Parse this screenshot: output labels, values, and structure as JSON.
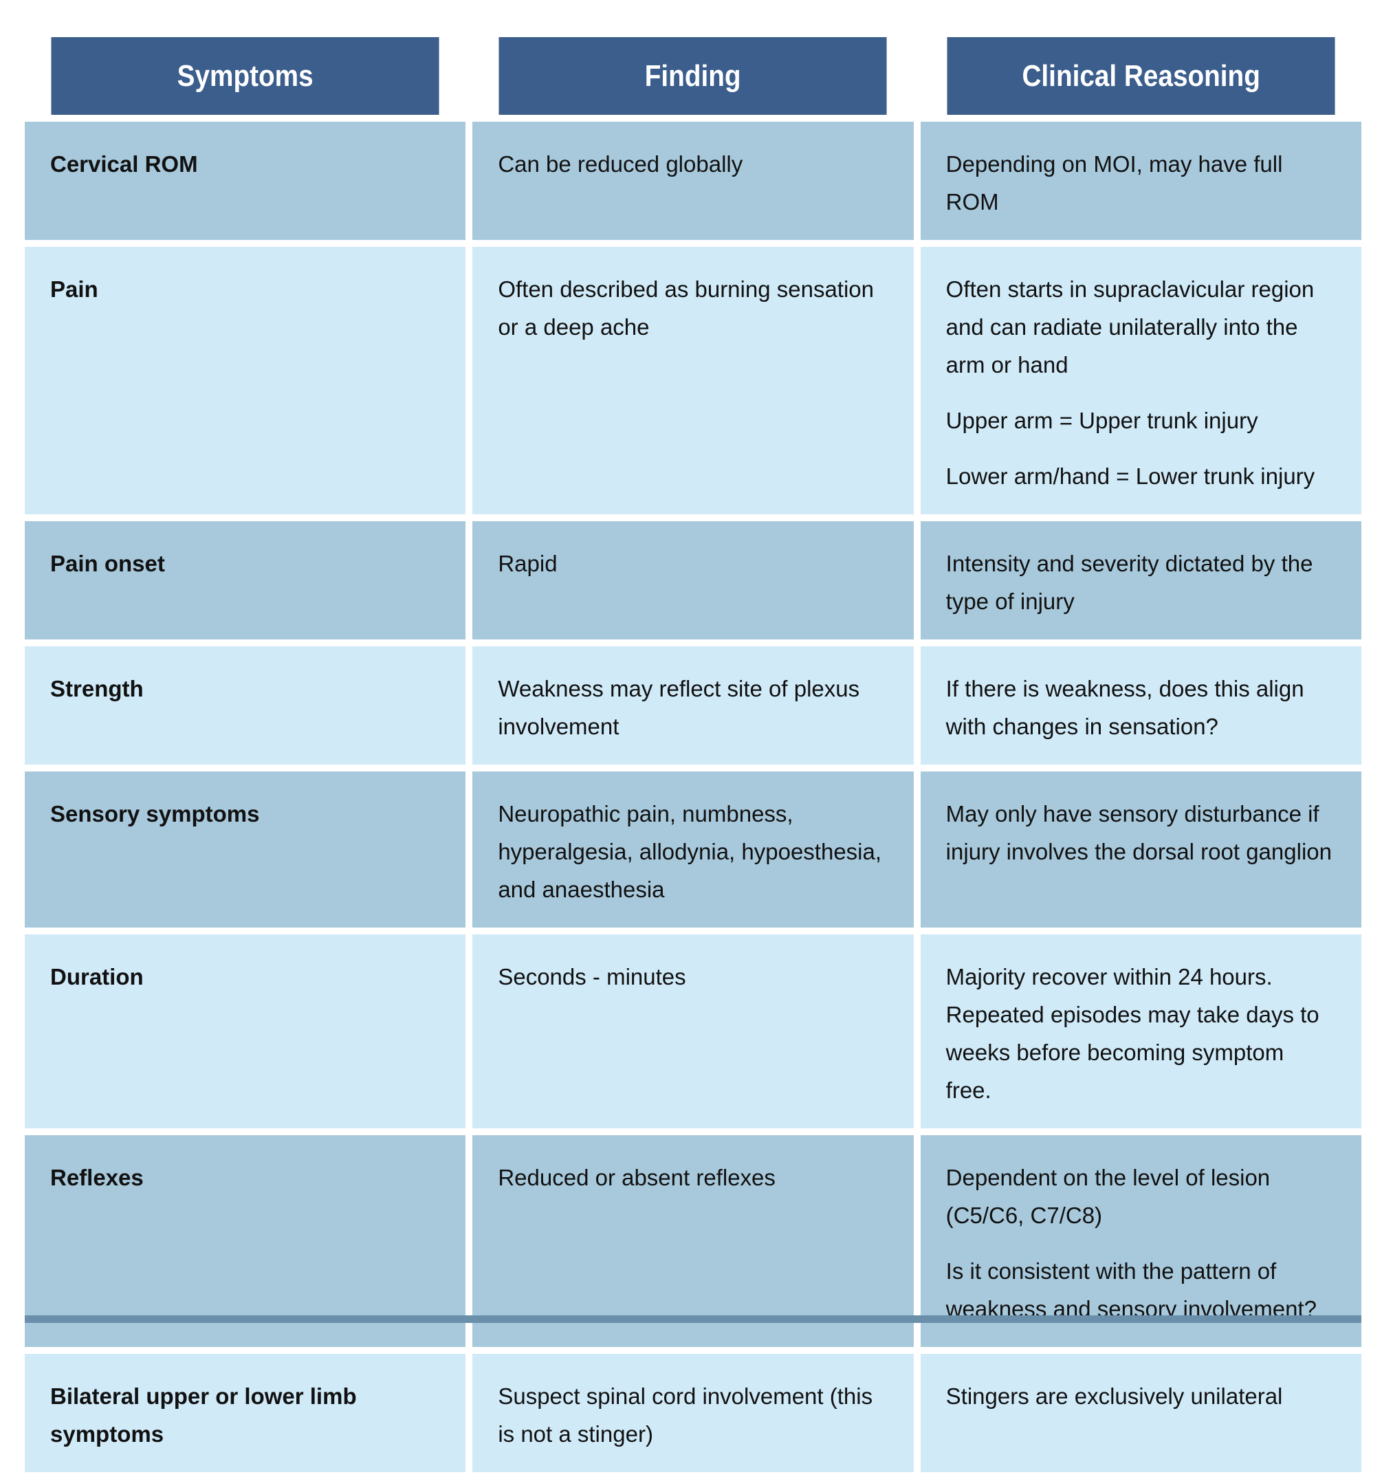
{
  "table": {
    "headers": [
      "Symptoms",
      "Finding",
      "Clinical Reasoning"
    ],
    "rows": [
      {
        "symptom": "Cervical ROM",
        "finding": [
          "Can be reduced globally"
        ],
        "reasoning": [
          "Depending on MOI, may have full ROM"
        ]
      },
      {
        "symptom": "Pain",
        "finding": [
          "Often described as burning sensation or a deep ache"
        ],
        "reasoning": [
          "Often starts in supraclavicular region and can radiate unilaterally into the arm or hand",
          "Upper arm = Upper trunk injury",
          "Lower arm/hand = Lower trunk injury"
        ]
      },
      {
        "symptom": "Pain onset",
        "finding": [
          "Rapid"
        ],
        "reasoning": [
          "Intensity and severity dictated by the type of injury"
        ]
      },
      {
        "symptom": "Strength",
        "finding": [
          "Weakness may reflect site of plexus involvement"
        ],
        "reasoning": [
          "If there is weakness, does this align with changes in sensation?"
        ]
      },
      {
        "symptom": "Sensory symptoms",
        "finding": [
          "Neuropathic pain, numbness, hyperalgesia, allodynia, hypoesthesia, and anaesthesia"
        ],
        "reasoning": [
          "May only have sensory disturbance if injury involves the dorsal root ganglion"
        ]
      },
      {
        "symptom": "Duration",
        "finding": [
          "Seconds - minutes"
        ],
        "reasoning": [
          "Majority recover within 24 hours. Repeated episodes may take days to weeks before becoming symptom free."
        ]
      },
      {
        "symptom": "Reflexes",
        "finding": [
          "Reduced or absent reflexes"
        ],
        "reasoning": [
          "Dependent on the level of lesion (C5/C6, C7/C8)",
          "Is it consistent with the pattern of weakness and sensory involvement?"
        ]
      },
      {
        "symptom": "Bilateral upper or lower limb symptoms",
        "finding": [
          "Suspect spinal cord involvement (this is not a stinger)"
        ],
        "reasoning": [
          "Stingers are exclusively unilateral"
        ]
      }
    ]
  },
  "colors": {
    "header_bg": "#3b5e8c",
    "row_dark": "#a8c9dc",
    "row_light": "#d0eaf8",
    "bottom_bar": "#6a8fab"
  }
}
